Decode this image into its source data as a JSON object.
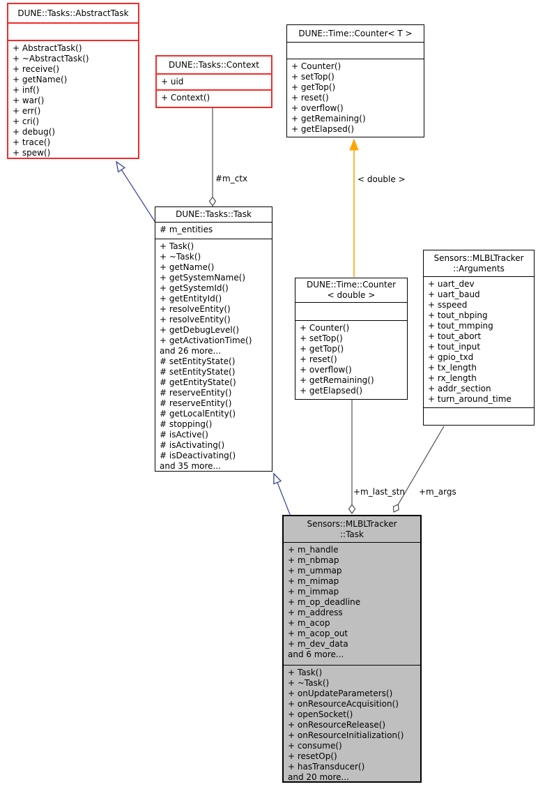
{
  "diagram": {
    "type": "uml-collaboration-diagram",
    "colors": {
      "red_class_border": "#f42a2a",
      "black_class_border": "#000000",
      "inheritance_edge": "#32409b",
      "template_instance_edge": "#ffa500",
      "member_edge": "#404040",
      "focus_class_fill": "#bfbfbf",
      "background": "#ffffff"
    }
  },
  "classes": {
    "abstract_task": {
      "title": "DUNE::Tasks::AbstractTask",
      "attributes": [],
      "methods": [
        "+ AbstractTask()",
        "+ ~AbstractTask()",
        "+ receive()",
        "+ getName()",
        "+ inf()",
        "+ war()",
        "+ err()",
        "+ cri()",
        "+ debug()",
        "+ trace()",
        "+ spew()"
      ]
    },
    "context": {
      "title": "DUNE::Tasks::Context",
      "attributes": [
        "+ uid"
      ],
      "methods": [
        "+ Context()"
      ]
    },
    "counter_t": {
      "title": "DUNE::Time::Counter< T >",
      "attributes": [],
      "methods": [
        "+ Counter()",
        "+ setTop()",
        "+ getTop()",
        "+ reset()",
        "+ overflow()",
        "+ getRemaining()",
        "+ getElapsed()"
      ]
    },
    "task": {
      "title": "DUNE::Tasks::Task",
      "attributes": [
        "# m_entities"
      ],
      "methods": [
        "+ Task()",
        "+ ~Task()",
        "+ getName()",
        "+ getSystemName()",
        "+ getSystemId()",
        "+ getEntityId()",
        "+ resolveEntity()",
        "+ resolveEntity()",
        "+ getDebugLevel()",
        "+ getActivationTime()",
        "and 26 more...",
        "# setEntityState()",
        "# setEntityState()",
        "# getEntityState()",
        "# reserveEntity()",
        "# reserveEntity()",
        "# getLocalEntity()",
        "# stopping()",
        "# isActive()",
        "# isActivating()",
        "# isDeactivating()",
        "and 35 more..."
      ]
    },
    "counter_double": {
      "title": "DUNE::Time::Counter\n< double >",
      "attributes": [],
      "methods": [
        "+ Counter()",
        "+ setTop()",
        "+ getTop()",
        "+ reset()",
        "+ overflow()",
        "+ getRemaining()",
        "+ getElapsed()"
      ]
    },
    "arguments": {
      "title": "Sensors::MLBLTracker\n::Arguments",
      "attributes": [
        "+ uart_dev",
        "+ uart_baud",
        "+ sspeed",
        "+ tout_nbping",
        "+ tout_mmping",
        "+ tout_abort",
        "+ tout_input",
        "+ gpio_txd",
        "+ tx_length",
        "+ rx_length",
        "+ addr_section",
        "+ turn_around_time"
      ],
      "methods": []
    },
    "mlbl_task": {
      "title": "Sensors::MLBLTracker\n::Task",
      "attributes": [
        "+ m_handle",
        "+ m_nbmap",
        "+ m_ummap",
        "+ m_mimap",
        "+ m_immap",
        "+ m_op_deadline",
        "+ m_address",
        "+ m_acop",
        "+ m_acop_out",
        "+ m_dev_data",
        "and 6 more..."
      ],
      "methods": [
        "+ Task()",
        "+ ~Task()",
        "+ onUpdateParameters()",
        "+ onResourceAcquisition()",
        "+ openSocket()",
        "+ onResourceRelease()",
        "+ onResourceInitialization()",
        "+ consume()",
        "+ resetOp()",
        "+ hasTransducer()",
        "and 20 more..."
      ]
    }
  },
  "edges": {
    "m_ctx_label": "#m_ctx",
    "template_label": "< double >",
    "m_last_stn_label": "+m_last_stn",
    "m_args_label": "+m_args"
  }
}
